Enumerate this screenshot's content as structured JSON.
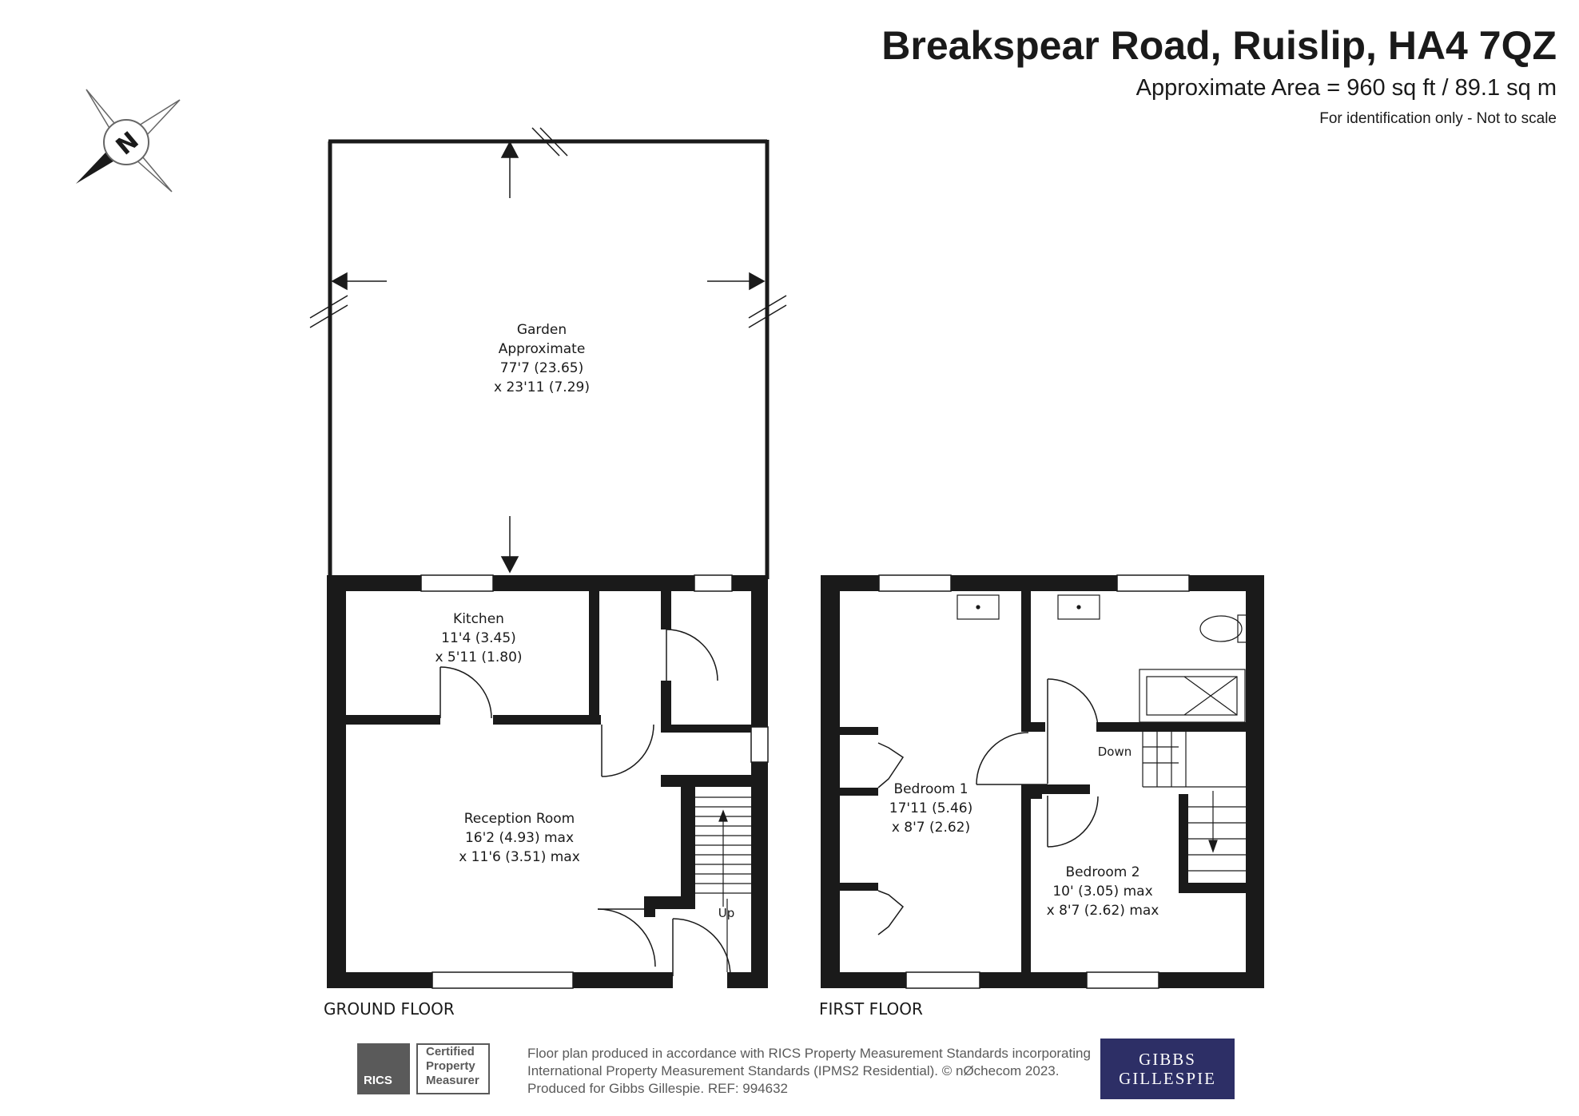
{
  "header": {
    "title": "Breakspear Road, Ruislip, HA4 7QZ",
    "area": "Approximate Area = 960 sq ft / 89.1 sq m",
    "note": "For identification only - Not to scale"
  },
  "compass": {
    "letter": "N"
  },
  "ground_floor": {
    "label": "GROUND FLOOR",
    "garden": {
      "l1": "Garden",
      "l2": "Approximate",
      "l3": "77'7 (23.65)",
      "l4": "x 23'11 (7.29)"
    },
    "kitchen": {
      "l1": "Kitchen",
      "l2": "11'4 (3.45)",
      "l3": "x 5'11 (1.80)"
    },
    "reception": {
      "l1": "Reception Room",
      "l2": "16'2 (4.93) max",
      "l3": "x 11'6 (3.51) max"
    },
    "stairs": "Up"
  },
  "first_floor": {
    "label": "FIRST FLOOR",
    "bedroom1": {
      "l1": "Bedroom 1",
      "l2": "17'11 (5.46)",
      "l3": "x 8'7 (2.62)"
    },
    "bedroom2": {
      "l1": "Bedroom 2",
      "l2": "10' (3.05) max",
      "l3": "x 8'7 (2.62) max"
    },
    "stairs": "Down"
  },
  "footer": {
    "line1": "Floor plan produced in accordance with RICS Property Measurement Standards incorporating",
    "line2": "International Property Measurement Standards (IPMS2 Residential).  © nØchecom 2023.",
    "line3": "Produced for Gibbs Gillespie.   REF: 994632",
    "rics_word": "RICS",
    "cert1": "Certified",
    "cert2": "Property",
    "cert3": "Measurer",
    "brand1": "GIBBS",
    "brand2": "GILLESPIE"
  },
  "colors": {
    "wall": "#1a1a1a",
    "brand": "#2d2f66",
    "footer_grey": "#5a5a5a"
  }
}
